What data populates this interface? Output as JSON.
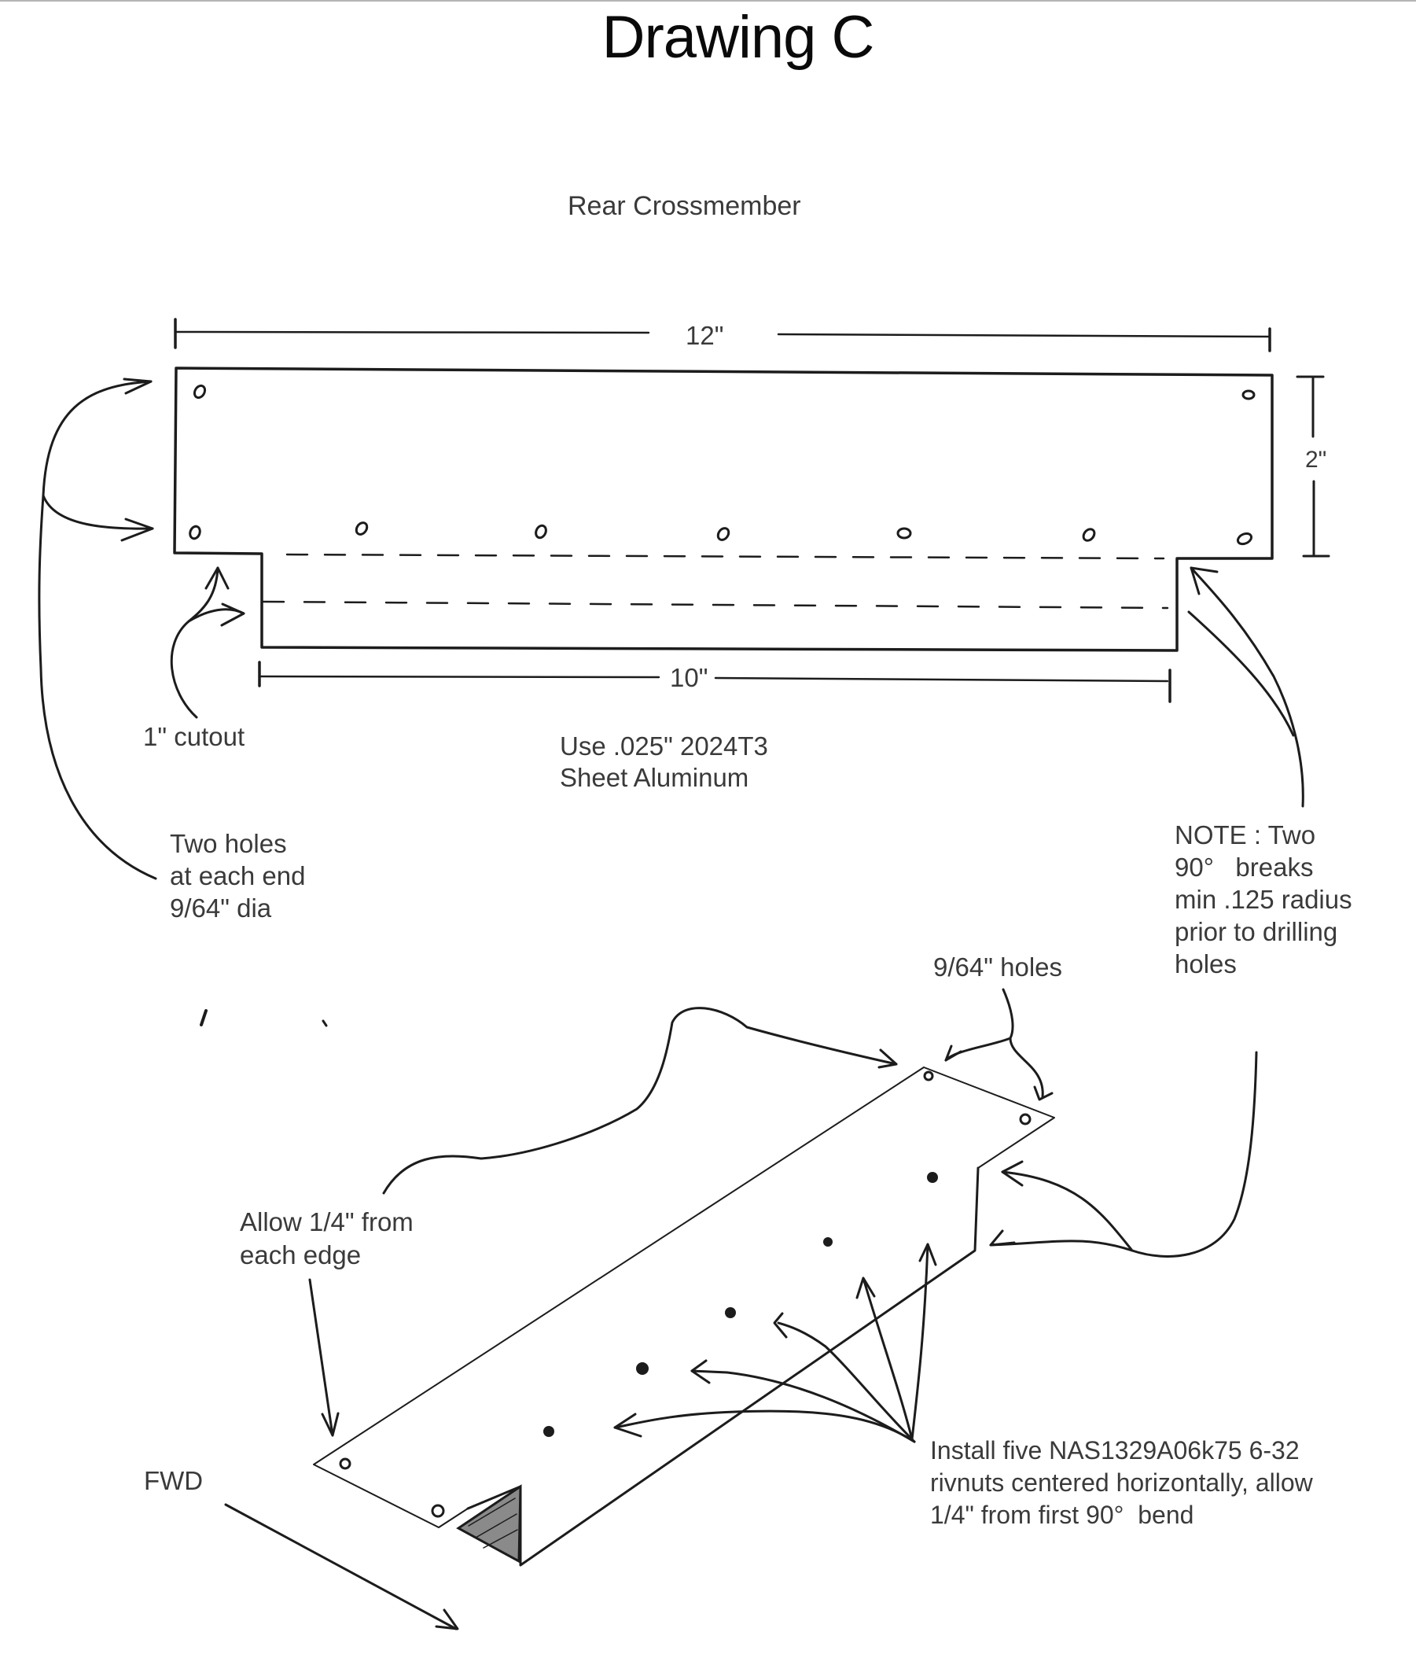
{
  "document": {
    "title": "Drawing C",
    "part_name": "Rear Crossmember"
  },
  "flat_view": {
    "dimensions": {
      "overall_length": "12\"",
      "flange_length": "10\"",
      "height": "2\""
    },
    "callouts": {
      "cutout": "1\" cutout",
      "material_line1": "Use .025\" 2024T3",
      "material_line2": "Sheet Aluminum",
      "holes_line1": "Two holes",
      "holes_line2": "at each end",
      "holes_line3": "9/64\" dia",
      "note_line1": "NOTE : Two",
      "note_line2": "90°   breaks",
      "note_line3": "min .125 radius",
      "note_line4": "prior to drilling",
      "note_line5": "holes"
    },
    "hole_count_top_row": 2,
    "hole_count_bottom_row": 7
  },
  "iso_view": {
    "callouts": {
      "holes": "9/64\" holes",
      "edge_line1": "Allow 1/4\" from",
      "edge_line2": "each edge",
      "rivnut_line1": "Install five NAS1329A06k75 6-32",
      "rivnut_line2": "rivnuts centered horizontally, allow",
      "rivnut_line3": "1/4\" from first 90°  bend",
      "direction": "FWD"
    },
    "rivnut_count": 5
  }
}
